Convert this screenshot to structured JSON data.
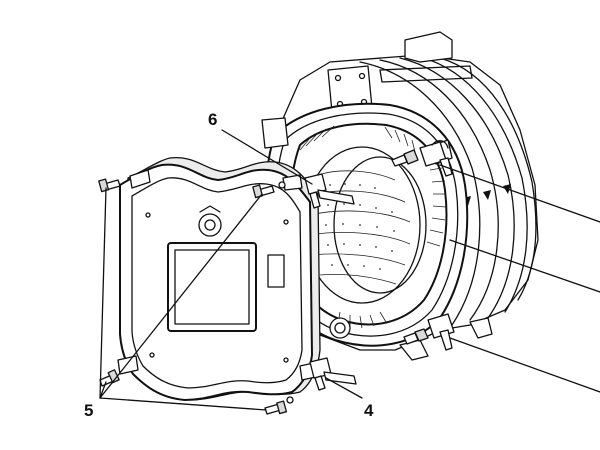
{
  "callouts": {
    "label_6": "6",
    "label_5": "5",
    "label_4": "4"
  },
  "colors": {
    "line": "#111111",
    "shade": "#d9d9d9",
    "background": "#ffffff"
  }
}
